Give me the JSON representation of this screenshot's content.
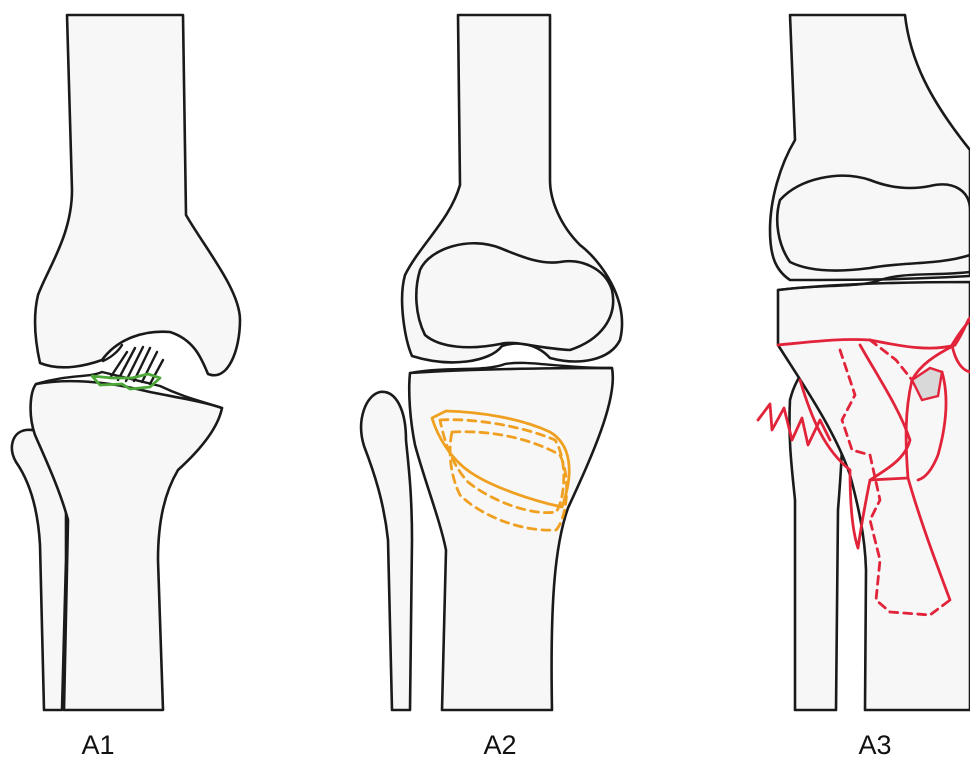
{
  "panels": [
    {
      "label": "A1"
    },
    {
      "label": "A2"
    },
    {
      "label": "A3"
    }
  ],
  "colors": {
    "bone_fill": "#f7f7f7",
    "outline": "#1a1a1a",
    "a1_fracture": "#4ea839",
    "a2_fracture": "#f0a020",
    "a3_fracture": "#e2243b",
    "a3_fragment_shade": "#d9d9d9"
  }
}
